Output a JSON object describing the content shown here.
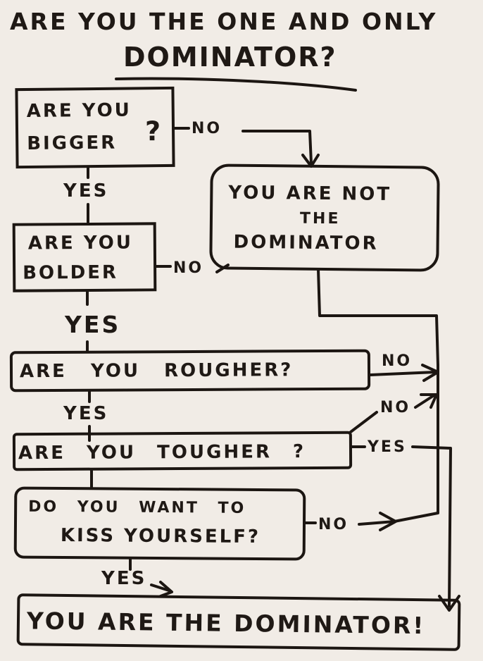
{
  "title": {
    "line1": "ARE YOU THE ONE AND ONLY",
    "line2": "DOMINATOR?"
  },
  "nodes": {
    "bigger": {
      "line1": "ARE YOU",
      "line2": "BIGGER",
      "q": "?"
    },
    "not_dominator": {
      "line1": "YOU ARE NOT",
      "line2": "THE",
      "line3": "DOMINATOR"
    },
    "bolder": {
      "line1": "ARE YOU",
      "line2": "BOLDER"
    },
    "rougher": {
      "text": "ARE YOU ROUGHER?"
    },
    "tougher": {
      "text": "ARE YOU TOUGHER ?"
    },
    "kiss": {
      "line1": "DO YOU WANT TO",
      "line2": "KISS YOURSELF?"
    },
    "dominator": {
      "text": "YOU ARE THE DOMINATOR!"
    }
  },
  "edges": {
    "bigger_no": "NO",
    "bigger_yes": "YES",
    "bolder_no": "NO",
    "bolder_yes": "YES",
    "rougher_no": "NO",
    "rougher_yes": "YES",
    "tougher_no": "NO",
    "tougher_yes": "YES",
    "kiss_no": "NO",
    "kiss_yes": "YES"
  }
}
